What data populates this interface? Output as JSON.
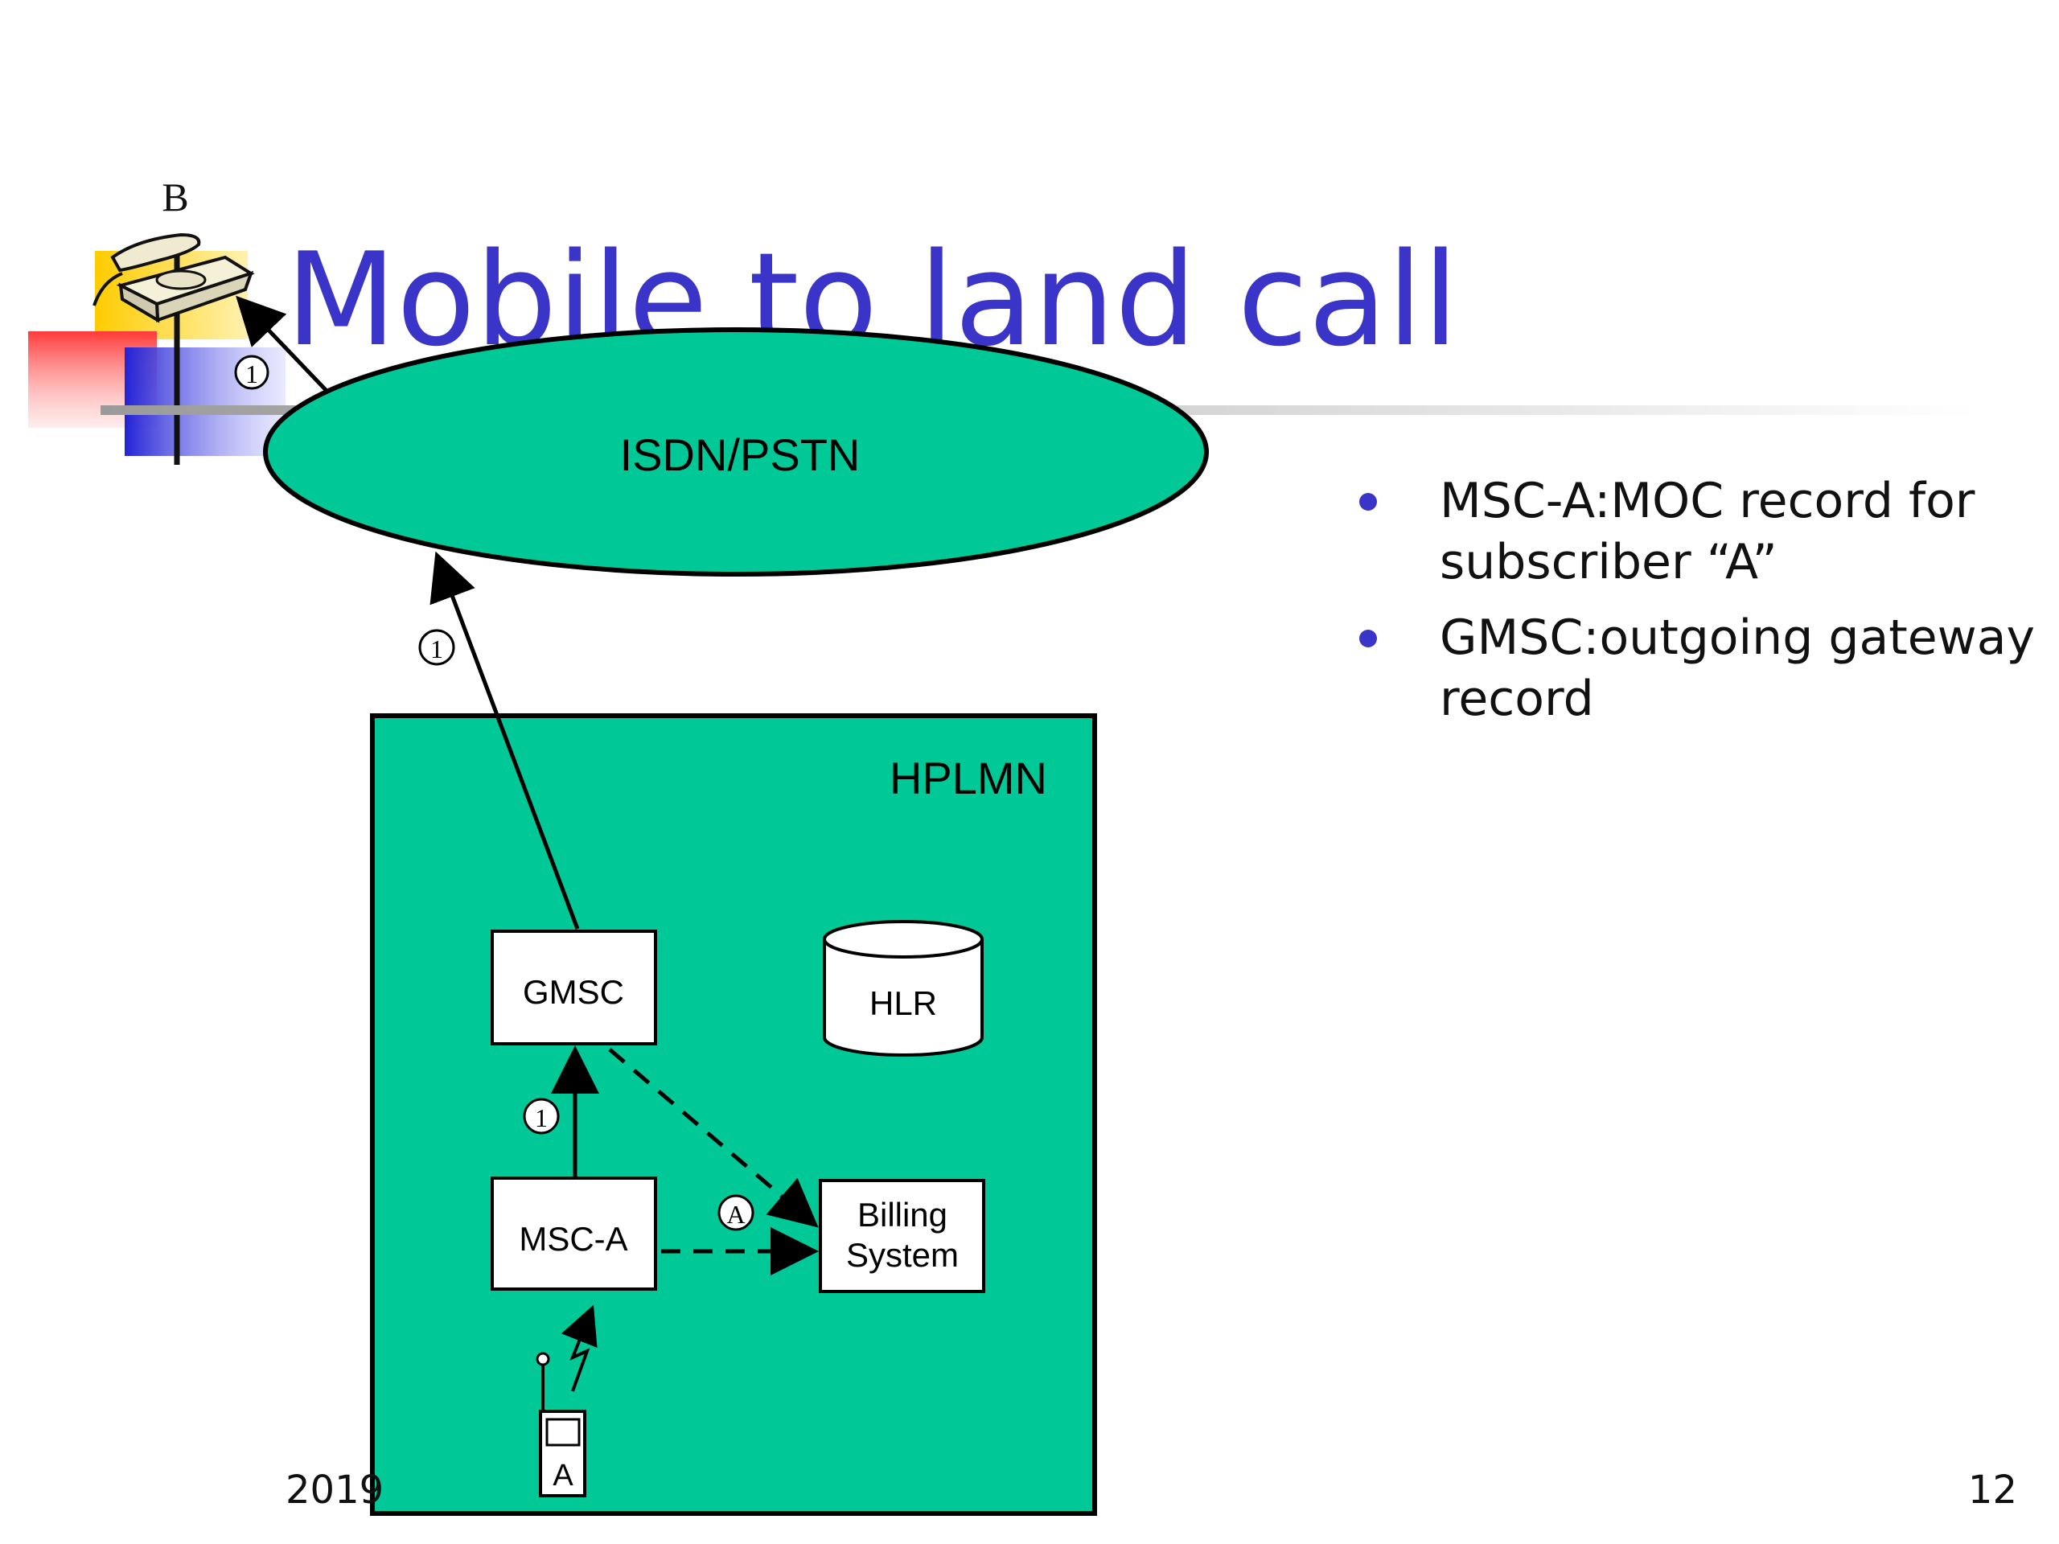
{
  "slide": {
    "title": "Mobile to land call",
    "footer_left": "2019",
    "page_number": "12",
    "accent_color": "#3a35c8",
    "network_fill": "#00c896"
  },
  "diagram": {
    "phone_label": "B",
    "cloud_label": "ISDN/PSTN",
    "network_label": "HPLMN",
    "nodes": {
      "gmsc": "GMSC",
      "hlr": "HLR",
      "msc_a": "MSC-A",
      "billing_line1": "Billing",
      "billing_line2": "System"
    },
    "handset_label": "A",
    "step_marker": "1",
    "record_marker": "A"
  },
  "bullets": [
    {
      "line1": "MSC-A:MOC record for",
      "line2": "subscriber “A”"
    },
    {
      "line1": "GMSC:outgoing gateway",
      "line2": "record"
    }
  ]
}
